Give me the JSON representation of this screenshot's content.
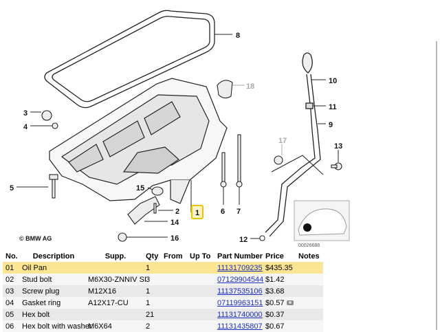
{
  "diagram": {
    "copyright": "© BMW AG",
    "image_code": "00026688",
    "callouts": [
      "8",
      "18",
      "3",
      "4",
      "10",
      "11",
      "9",
      "17",
      "13",
      "5",
      "15",
      "2",
      "1",
      "14",
      "6",
      "7",
      "16",
      "12"
    ]
  },
  "table": {
    "headers": [
      "No.",
      "Description",
      "Supp.",
      "Qty",
      "From",
      "Up To",
      "Part Number",
      "Price",
      "Notes"
    ],
    "rows": [
      {
        "no": "01",
        "desc": "Oil Pan",
        "supp": "",
        "qty": "1",
        "from": "",
        "upto": "",
        "part": "11131709235",
        "price": "$435.35",
        "selected": true
      },
      {
        "no": "02",
        "desc": "Stud bolt",
        "supp": "M6X30-ZNNIV SI",
        "qty": "3",
        "from": "",
        "upto": "",
        "part": "07129904544",
        "price": "$1.42"
      },
      {
        "no": "03",
        "desc": "Screw plug",
        "supp": "M12X16",
        "qty": "1",
        "from": "",
        "upto": "",
        "part": "11137535106",
        "price": "$3.68"
      },
      {
        "no": "04",
        "desc": "Gasket ring",
        "supp": "A12X17-CU",
        "qty": "1",
        "from": "",
        "upto": "",
        "part": "07119963151",
        "price": "$0.57",
        "camera": true
      },
      {
        "no": "05",
        "desc": "Hex bolt",
        "supp": "",
        "qty": "21",
        "from": "",
        "upto": "",
        "part": "11131740000",
        "price": "$0.37"
      },
      {
        "no": "06",
        "desc": "Hex bolt with washer",
        "supp": "M6X64",
        "qty": "2",
        "from": "",
        "upto": "",
        "part": "11131435807",
        "price": "$0.67"
      }
    ]
  },
  "colors": {
    "selected_row": "#fbe592",
    "link": "#1a2fc2",
    "highlight_box": "#f2c200"
  }
}
